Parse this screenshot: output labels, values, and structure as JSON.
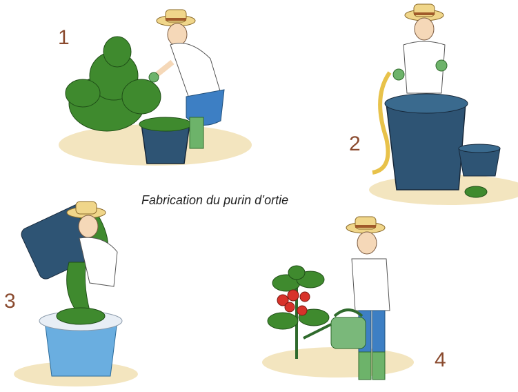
{
  "caption": "Fabrication du purin d’ortie",
  "steps": [
    {
      "number": "1"
    },
    {
      "number": "2"
    },
    {
      "number": "3"
    },
    {
      "number": "4"
    }
  ]
}
